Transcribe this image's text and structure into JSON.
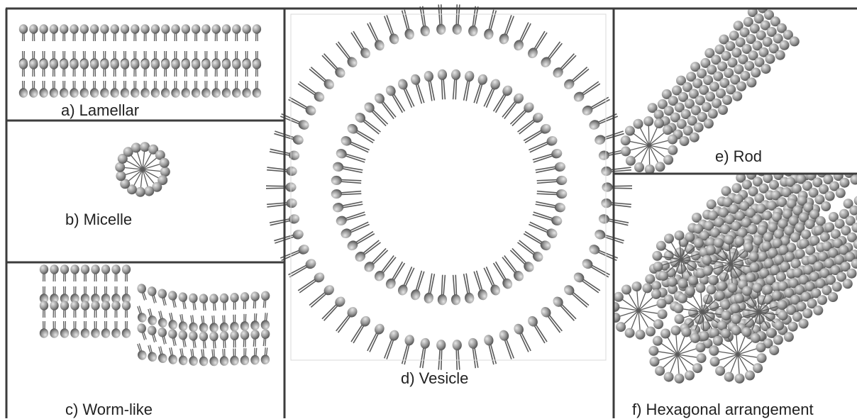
{
  "panels": {
    "lamellar": {
      "label": "a) Lamellar"
    },
    "micelle": {
      "label": "b) Micelle"
    },
    "wormlike": {
      "label": "c) Worm-like"
    },
    "vesicle": {
      "label": "d) Vesicle"
    },
    "rod": {
      "label": "e) Rod"
    },
    "hexagonal": {
      "label": "f) Hexagonal arrangement"
    }
  },
  "colors": {
    "head": "#9a9a9a",
    "head_highlight": "#e6e6e6",
    "head_shadow": "#4a4a4a",
    "tail": "#5a5a5a",
    "frame": "#3c3c3c",
    "background": "#ffffff"
  }
}
